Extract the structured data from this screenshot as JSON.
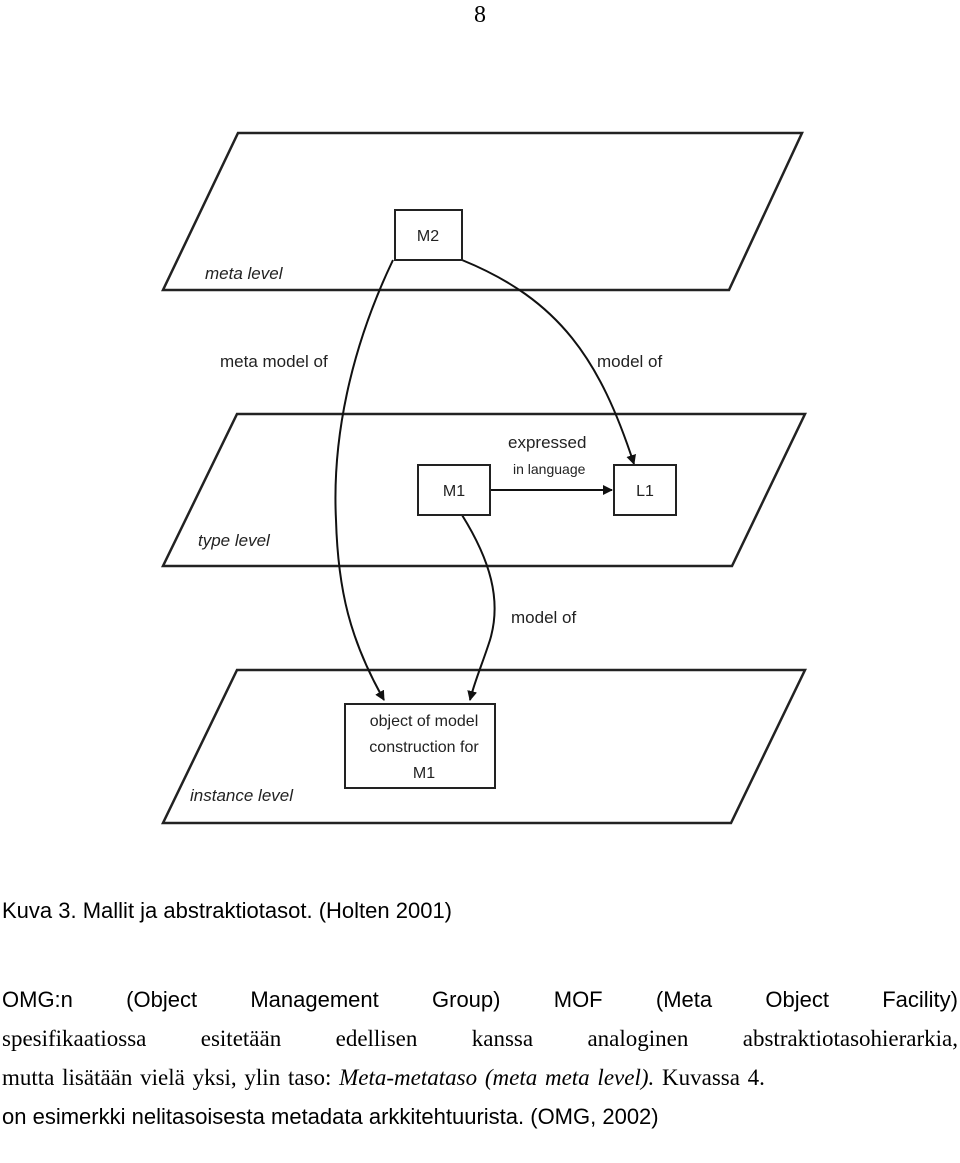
{
  "page_number": "8",
  "diagram": {
    "levels": {
      "meta": "meta level",
      "type": "type level",
      "instance": "instance level"
    },
    "boxes": {
      "m2": "M2",
      "m1": "M1",
      "l1": "L1",
      "object": [
        "object of model",
        "construction for",
        "M1"
      ]
    },
    "edges": {
      "meta_model_of": "meta model of",
      "model_of_top": "model of",
      "expressed": "expressed",
      "in_language": "in language",
      "model_of_bottom": "model of"
    }
  },
  "caption": "Kuva 3. Mallit ja abstraktiotasot. (Holten 2001)",
  "paragraph": {
    "line1": "OMG:n (Object Management Group) MOF (Meta Object Facility)",
    "line2": "spesifikaatiossa esitetään edellisen kanssa analoginen abstraktiotasohierarkia,",
    "line3_start": "mutta lisätään vielä yksi, ylin taso: ",
    "line3_italic": "Meta-metataso (meta meta level).",
    "line3_end": " Kuvassa 4.",
    "line4": "on esimerkki nelitasoisesta metadata arkkitehtuurista. (OMG, 2002)"
  }
}
